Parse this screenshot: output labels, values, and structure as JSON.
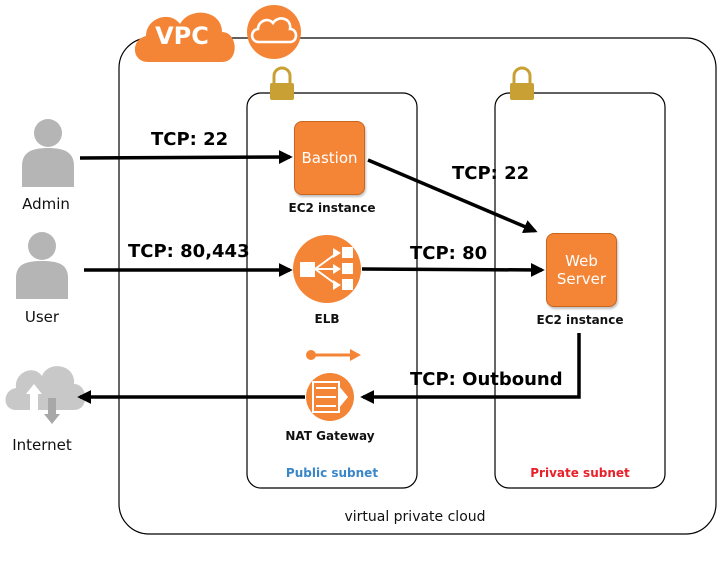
{
  "vpc_badge": "VPC",
  "cloud": {
    "label": "virtual private cloud"
  },
  "subnets": {
    "public": {
      "label": "Public subnet",
      "color": "#3a86c8"
    },
    "private": {
      "label": "Private subnet",
      "color": "#e8202a"
    }
  },
  "actors": {
    "admin": "Admin",
    "user": "User",
    "internet": "Internet"
  },
  "services": {
    "bastion": {
      "name": "Bastion",
      "caption": "EC2 instance"
    },
    "elb": {
      "caption": "ELB"
    },
    "nat": {
      "caption": "NAT Gateway"
    },
    "web": {
      "name_line1": "Web",
      "name_line2": "Server",
      "caption": "EC2 instance"
    }
  },
  "connections": {
    "admin_to_bastion": "TCP: 22",
    "bastion_to_web": "TCP: 22",
    "user_to_elb": "TCP: 80,443",
    "elb_to_web": "TCP: 80",
    "web_to_internet": "TCP: Outbound"
  },
  "colors": {
    "aws_orange": "#f58536",
    "arrow": "#000000",
    "person_gray": "#b5b5b5"
  }
}
